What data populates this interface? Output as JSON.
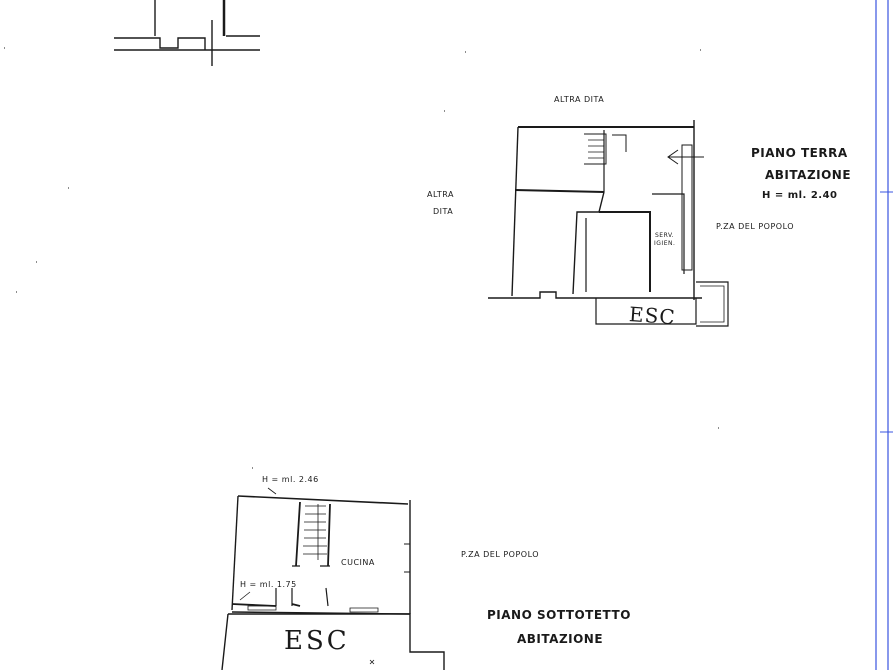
{
  "labels": {
    "altra_dita_top": "ALTRA DITA",
    "altra_dita_left_1": "ALTRA",
    "altra_dita_left_2": "DITA",
    "piano_terra": "PIANO TERRA",
    "abitazione_1": "ABITAZIONE",
    "height_1": "H = ml. 2.40",
    "pza_popolo_1": "P.ZA DEL POPOLO",
    "ripostiglio_1": "SERV.",
    "ripostiglio_2": "IGIEN.",
    "esc_1": "ESC",
    "height_top": "H = ml. 2.46",
    "height_low": "H = ml. 1.75",
    "cucina": "CUCINA",
    "pza_popolo_2": "P.ZA DEL POPOLO",
    "piano_sottotetto": "PIANO SOTTOTETTO",
    "abitazione_2": "ABITAZIONE",
    "esc_2": "ESC"
  },
  "colors": {
    "ink": "#1a1a1a",
    "frame": "#3a54e0"
  }
}
